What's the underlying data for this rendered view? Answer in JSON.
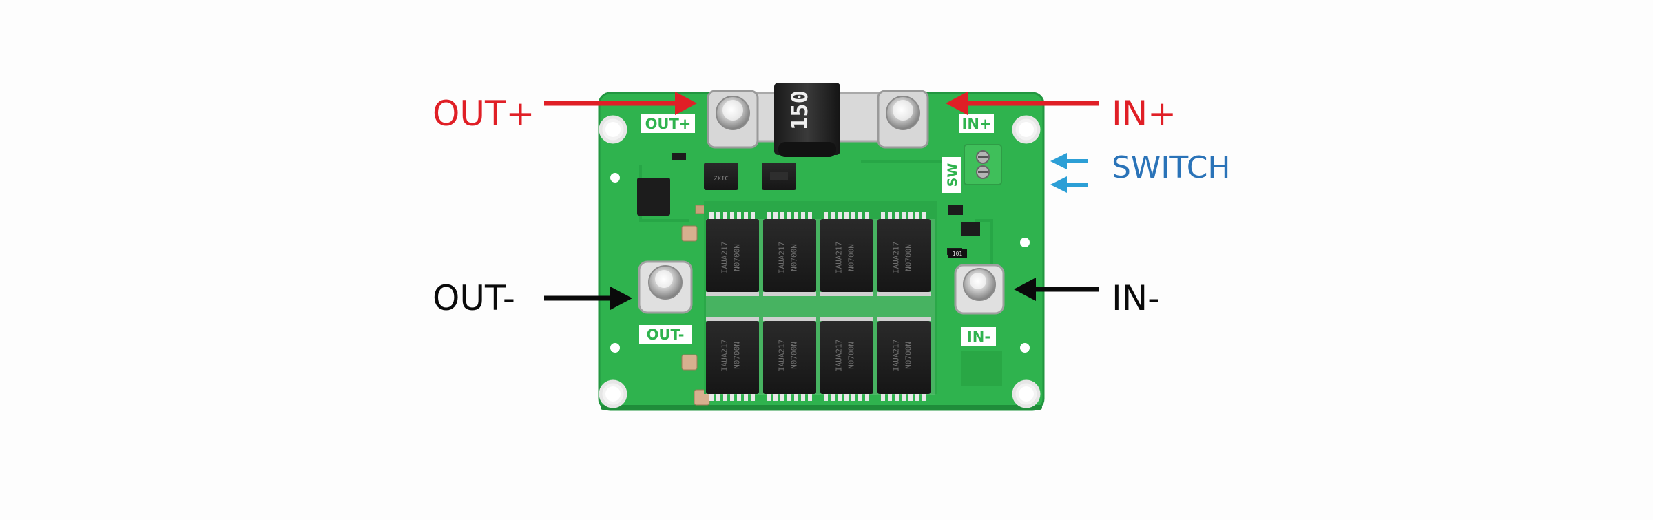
{
  "terminals": {
    "out_plus": "OUT+",
    "in_plus": "IN+",
    "switch": "SWITCH",
    "out_minus": "OUT-",
    "in_minus": "IN-"
  },
  "board": {
    "silk_out_plus": "OUT+",
    "silk_in_plus": "IN+",
    "silk_out_minus": "OUT-",
    "silk_in_minus": "IN-",
    "silk_sw": "SW",
    "shunt_marking": "150",
    "mosfet_top_marking": "IAUA217",
    "mosfet_bottom_marking": "N0700N",
    "smd_marking": "101"
  },
  "colors": {
    "positive": "#e01f26",
    "negative": "#0a0a0a",
    "switch": "#2c9fd6",
    "switch_text": "#2a73b8",
    "pcb": "#2fb34e",
    "silk": "#ffffff"
  }
}
